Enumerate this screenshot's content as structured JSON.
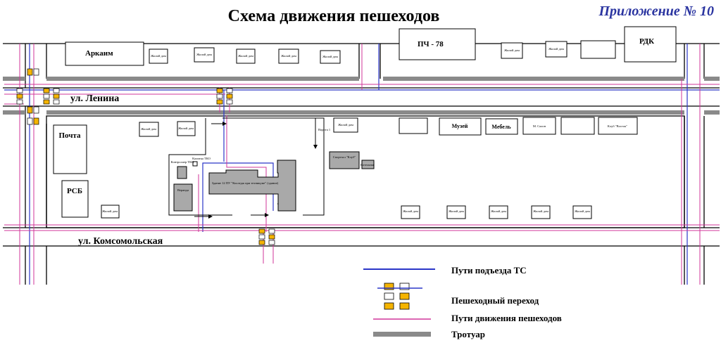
{
  "title": "Схема движения пешеходов",
  "appendix": "Приложение № 10",
  "streets": {
    "lenina": "ул. Ленина",
    "komsomolskaya": "ул. Комсомольская"
  },
  "buildings": {
    "arkaim": "Аркаим",
    "pch78": "ПЧ - 78",
    "rdk": "РДК",
    "pochta": "Почта",
    "rsb": "РСБ",
    "muzey": "Музей",
    "mebel": "Мебель",
    "m_salon": "М. Салон",
    "klub": "Клуб \"Восток\"",
    "residential": "Жилой дом",
    "school": "Здание 12 ПУ \"Колледж при техникуме\" (здание)",
    "korpus": "Спортзал \"Клуб\"",
    "kotelnaya": "Котельная",
    "kontroller": "Контроллер\nТКО",
    "veranda": "Веранда",
    "entrance_top": "Ворота 1",
    "entrance_left": "Калитка ТКО"
  },
  "legend": {
    "vehicles": "Пути подъезда ТС",
    "crossing": "Пешеходный переход",
    "pedestrians": "Пути движения пешеходов",
    "sidewalk": "Тротуар"
  },
  "colors": {
    "vehicle_path": "#2b36c8",
    "pedestrian_path": "#d0359a",
    "sidewalk": "#8a8a8a",
    "crossing_fill": "#f5b400",
    "title_appendix": "#2a34a0"
  }
}
